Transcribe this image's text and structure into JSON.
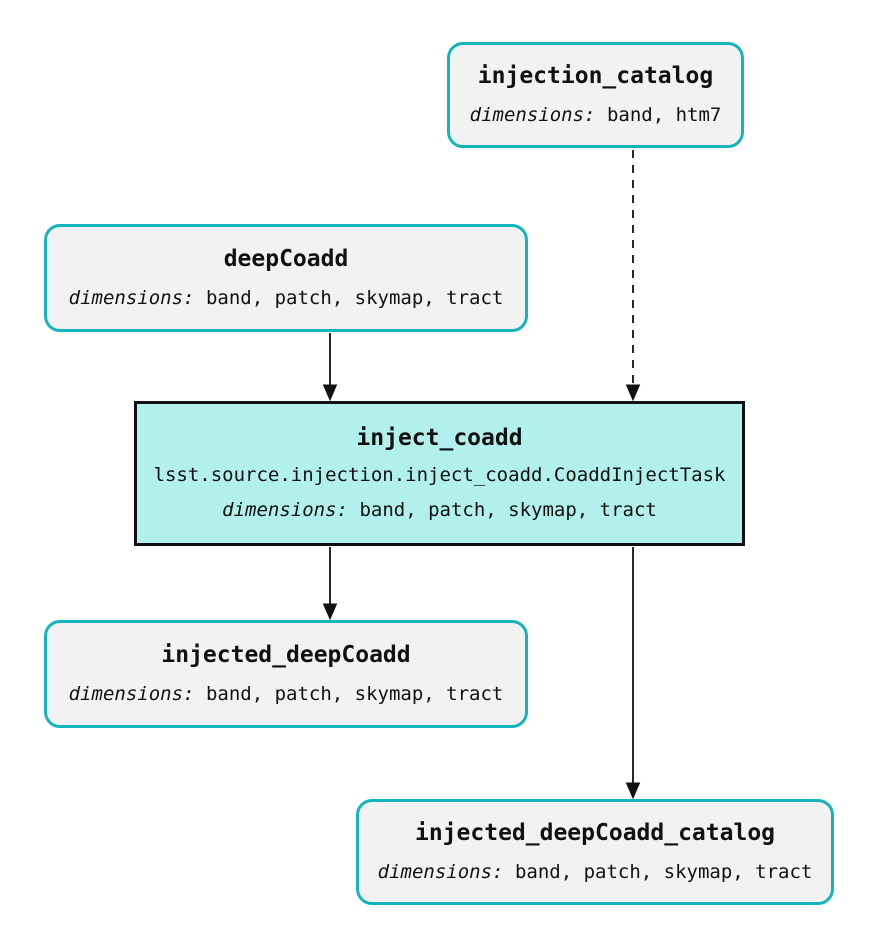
{
  "labels": {
    "dimensions": "dimensions:"
  },
  "nodes": {
    "injection_catalog": {
      "type": "dataset",
      "title": "injection_catalog",
      "dimensions": "band, htm7"
    },
    "deepCoadd": {
      "type": "dataset",
      "title": "deepCoadd",
      "dimensions": "band, patch, skymap, tract"
    },
    "inject_coadd": {
      "type": "task",
      "title": "inject_coadd",
      "task_class": "lsst.source.injection.inject_coadd.CoaddInjectTask",
      "dimensions": "band, patch, skymap, tract"
    },
    "injected_deepCoadd": {
      "type": "dataset",
      "title": "injected_deepCoadd",
      "dimensions": "band, patch, skymap, tract"
    },
    "injected_deepCoadd_catalog": {
      "type": "dataset",
      "title": "injected_deepCoadd_catalog",
      "dimensions": "band, patch, skymap, tract"
    }
  },
  "edges": [
    {
      "from": "injection_catalog",
      "to": "inject_coadd",
      "style": "dashed"
    },
    {
      "from": "deepCoadd",
      "to": "inject_coadd",
      "style": "solid"
    },
    {
      "from": "inject_coadd",
      "to": "injected_deepCoadd",
      "style": "solid"
    },
    {
      "from": "inject_coadd",
      "to": "injected_deepCoadd_catalog",
      "style": "solid"
    }
  ],
  "colors": {
    "background": "#ffffff",
    "dataset_border": "#14b4be",
    "dataset_fill": "#f2f2f2",
    "task_border": "#111111",
    "task_fill": "#b2f0ec",
    "edge": "#111111",
    "text": "#111111"
  }
}
